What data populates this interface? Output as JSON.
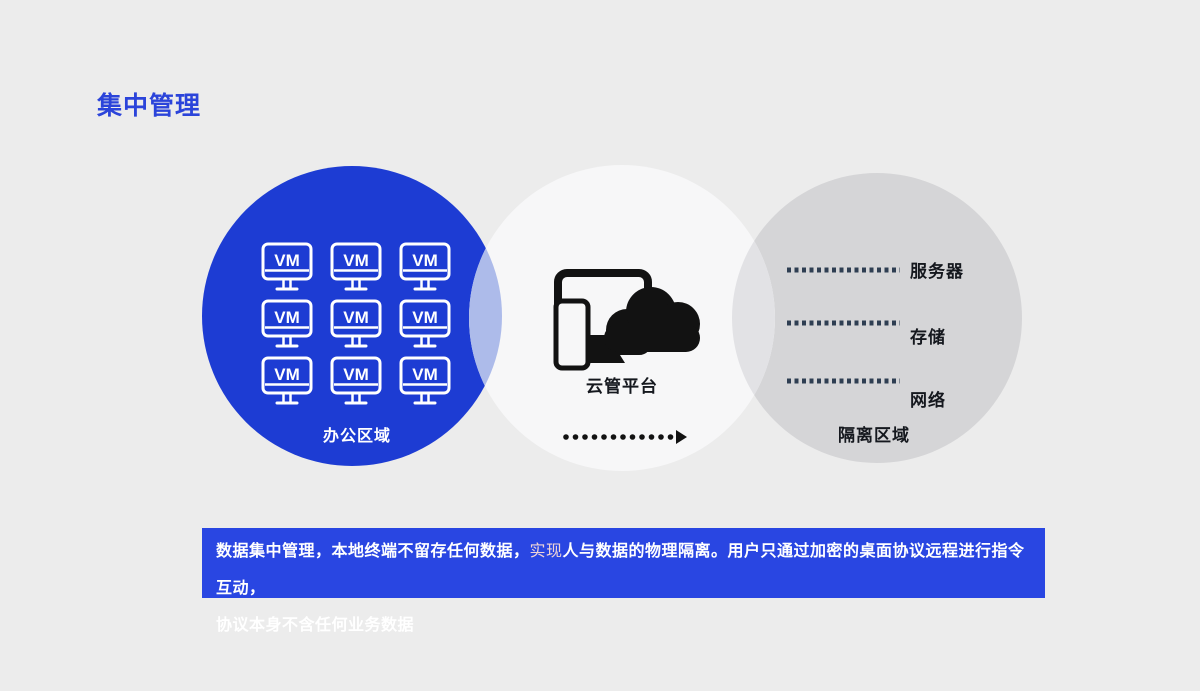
{
  "slide_title": "集中管理",
  "diagram": {
    "office": {
      "label": "办公区域",
      "vm_label": "VM",
      "vm_count": 9
    },
    "cloud_platform": {
      "label": "云管平台",
      "icon": "devices-cloud-icon",
      "arrow": "dotted-right-arrow"
    },
    "isolated": {
      "label": "隔离区域",
      "items": [
        "服务器",
        "存储",
        "网络"
      ]
    }
  },
  "banner": {
    "segments": [
      {
        "text": "数据集中管理，本地终端不留存任何数据，",
        "emphasis": "bold"
      },
      {
        "text": "实现",
        "emphasis": "light"
      },
      {
        "text": "人与数据的物理隔离。用户只通过加密的桌面协议远程进行指令互动，",
        "emphasis": "bold"
      },
      {
        "text": "协议本身不含任何业务数据",
        "emphasis": "bold"
      }
    ]
  },
  "colors": {
    "background": "#ececec",
    "title_blue": "#2b44da",
    "circle_blue": "#1d3cd3",
    "overlap_blue": "#adbbea",
    "circle_white": "#f7f7f8",
    "circle_gray": "#d5d5d7",
    "overlap_gray": "#e2e2e5",
    "banner_blue": "#2946e2",
    "dash_navy": "#2e3e52",
    "icon_black": "#121212"
  }
}
